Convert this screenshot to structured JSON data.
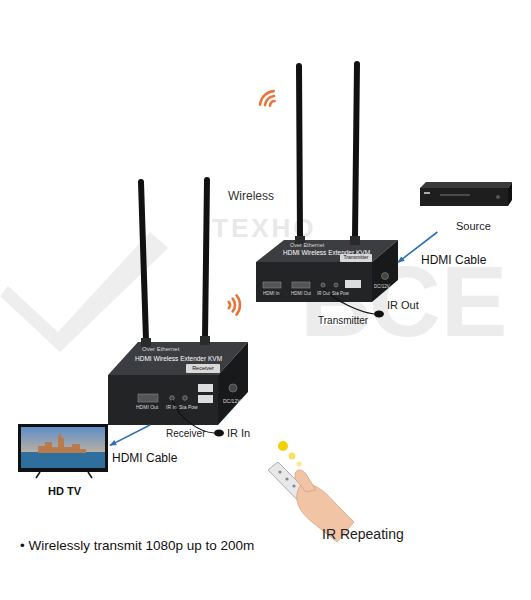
{
  "diagram": {
    "nodes": [
      {
        "text": [
          "Source"
        ]
      },
      {
        "text": [
          "Over Ethernet",
          "HDMI Wireless Extender KVM"
        ]
      },
      {
        "text": [
          "Transmitter"
        ],
        "in": 1
      },
      {
        "text": [
          "Over Ethernet",
          "HDMI Wireless Extender KVM"
        ]
      },
      {
        "text": [
          "Receiver"
        ],
        "in": 3
      },
      {
        "text": [
          "HD TV"
        ]
      }
    ],
    "edges": [
      {
        "from": 0,
        "to": 1,
        "label": "HDMI Cable",
        "arrow": "to"
      },
      {
        "from": 3,
        "to": 5,
        "label": "HDMI Cable",
        "arrow": "to"
      }
    ],
    "labels": [
      "ТЕХНО",
      "ВСЕ",
      "Wireless",
      "HDMI In",
      "HDMI Out",
      "IR Out",
      "Sta Pow",
      "DC/12V",
      "IR Out",
      "Transmitter",
      "HDMI Out",
      "IR In",
      "Sta Pow",
      "DC/12V",
      "Receiver",
      "IR In",
      "IR Repeating",
      "• Wirelessly transmit 1080p up to 200m"
    ]
  }
}
